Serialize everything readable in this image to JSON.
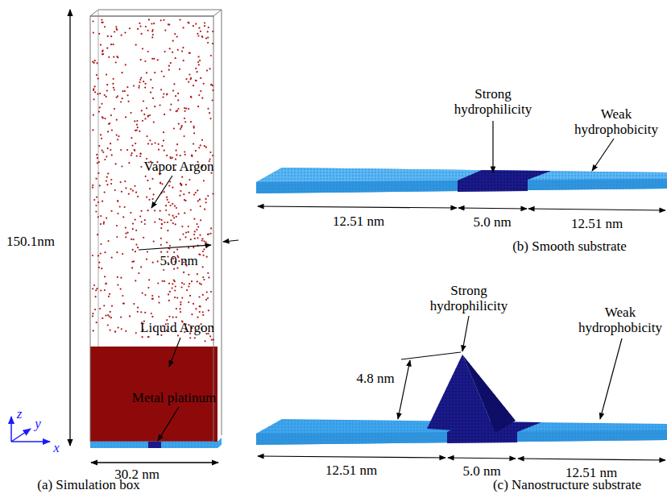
{
  "diagram": {
    "labels": [
      "150.1nm",
      "Vapor Argon",
      "5.0 nm",
      "Liquid Argon",
      "Metal platinum",
      "30.2 nm",
      "(a) Simulation box",
      "z",
      "y",
      "x",
      "Strong hydrophilicity",
      "Weak hydrophobicity",
      "12.51 nm",
      "5.0 nm",
      "12.51 nm",
      "(b) Smooth substrate",
      "Strong hydrophilicity",
      "4.8 nm",
      "Weak hydrophobicity",
      "12.51 nm",
      "5.0 nm",
      "12.51 nm",
      "(c) Nanostructure substrate"
    ]
  }
}
